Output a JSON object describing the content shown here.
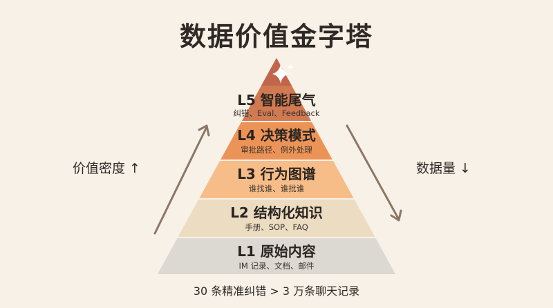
{
  "title": "数据价值金字塔",
  "left_axis": {
    "label": "价值密度 ↑"
  },
  "right_axis": {
    "label": "数据量 ↓"
  },
  "tiers": [
    {
      "name": "L5 智能尾气",
      "desc": "纠错、Eval、Feedback",
      "color": "#d07a52"
    },
    {
      "name": "L4 决策模式",
      "desc": "审批路径、例外处理",
      "color": "#ec9457"
    },
    {
      "name": "L3 行为图谱",
      "desc": "谁找谁、谁批谁",
      "color": "#f7bd88"
    },
    {
      "name": "L2 结构化知识",
      "desc": "手册、SOP、FAQ",
      "color": "#ecdcc2"
    },
    {
      "name": "L1 原始内容",
      "desc": "IM 记录、文档、邮件",
      "color": "#dcd8d2"
    }
  ],
  "footer": "30 条精准纠错 > 3 万条聊天记录",
  "colors": {
    "background": "#f7f1e8",
    "top_cap": "#c1664a",
    "arrow": "#8c7766",
    "sparkle": "#ffffff"
  }
}
